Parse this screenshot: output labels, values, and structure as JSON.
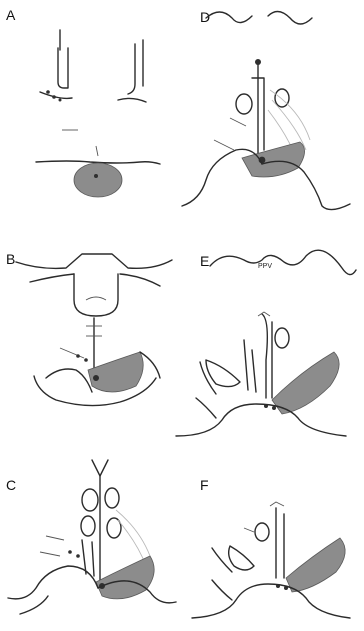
{
  "panels": [
    {
      "id": "A",
      "label": "A"
    },
    {
      "id": "B",
      "label": "B"
    },
    {
      "id": "C",
      "label": "C"
    },
    {
      "id": "D",
      "label": "D"
    },
    {
      "id": "E",
      "label": "E"
    },
    {
      "id": "F",
      "label": "F"
    }
  ],
  "annotations": {
    "ppv": "PPV"
  }
}
